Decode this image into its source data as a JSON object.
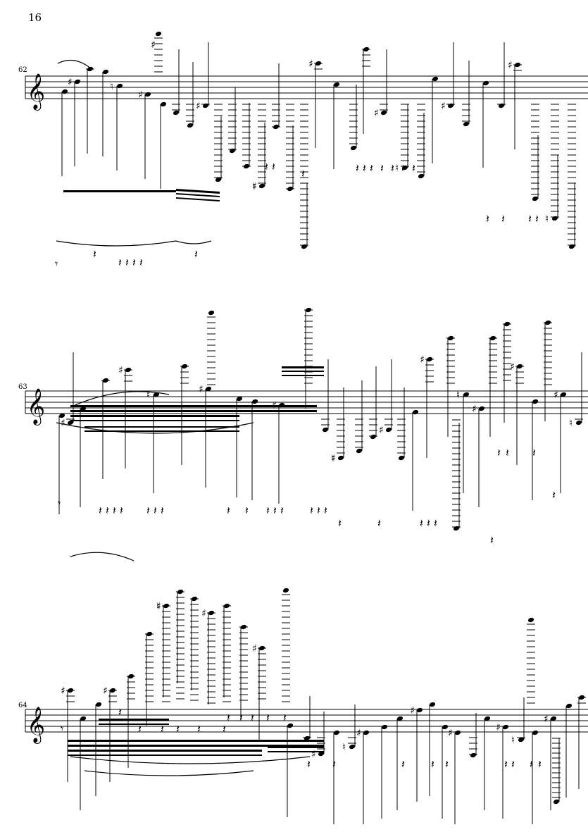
{
  "page": {
    "number": "16"
  },
  "systems": [
    {
      "measure_number": "62"
    },
    {
      "measure_number": "63"
    },
    {
      "measure_number": "64"
    }
  ],
  "symbols": {
    "treble_clef": "𝄞",
    "sharp": "♯",
    "natural": "♮",
    "quarter_rest": "𝄽",
    "eighth_rest": "𝄾"
  },
  "colors": {
    "ink": "#000000",
    "paper": "#ffffff"
  }
}
